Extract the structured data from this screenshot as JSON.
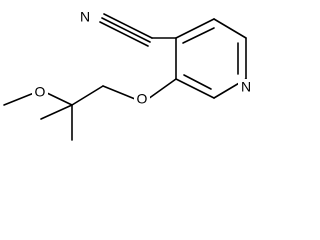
{
  "molecule": {
    "atoms": {
      "nitrile_n": "N",
      "ring_n": "N",
      "ether_o_aryl": "O",
      "ether_o_methoxy": "O"
    }
  },
  "colors": {
    "bond": "#000000",
    "background": "#ffffff"
  }
}
